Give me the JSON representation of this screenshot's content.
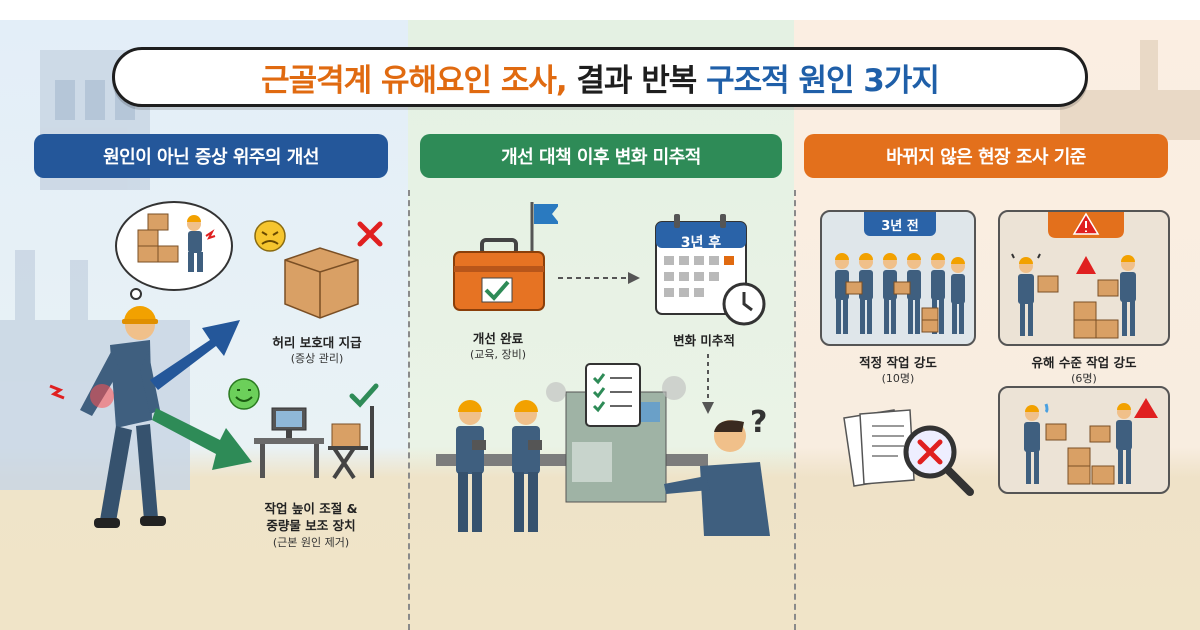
{
  "title": {
    "part1": "근골격계 유해요인 조사,",
    "part2": " 결과 반복 ",
    "part3": "구조적 원인 3가지"
  },
  "colors": {
    "orange": "#e06a10",
    "blue": "#1f5fa8",
    "green": "#2e8b57",
    "dark": "#1e1e1e"
  },
  "sections": [
    {
      "label": "원인이 아닌 증상 위주의 개선",
      "color": "#24579a"
    },
    {
      "label": "개선 대책 이후 변화 미추적",
      "color": "#2e8b57"
    },
    {
      "label": "바뀌지 않은 현장 조사 기준",
      "color": "#e3701c"
    }
  ],
  "panel1": {
    "items": [
      {
        "label": "허리 보호대 지급",
        "note": "(증상 관리)"
      },
      {
        "label_line1": "작업 높이 조절 &",
        "label_line2": "중량물 보조 장치",
        "note": "(근본 원인 제거)"
      }
    ]
  },
  "panel2": {
    "done_label": "개선 완료",
    "done_note": "(교육, 장비)",
    "calendar_label": "3년 후",
    "untracked_label": "변화 미추적"
  },
  "panel3": {
    "before_badge": "3년 전",
    "before_label": "적정 작업 강도",
    "before_note": "(10명)",
    "after_label": "유해 수준 작업 강도",
    "after_note": "(6명)"
  },
  "icons": [
    "factory-icon",
    "worker-icon",
    "box-icon",
    "cross-icon",
    "smile-icon",
    "check-icon",
    "arrow-icon",
    "toolbox-icon",
    "flag-icon",
    "calendar-icon",
    "clock-icon",
    "clipboard-icon",
    "machine-icon",
    "question-icon",
    "warning-icon",
    "magnifier-icon",
    "document-icon"
  ]
}
